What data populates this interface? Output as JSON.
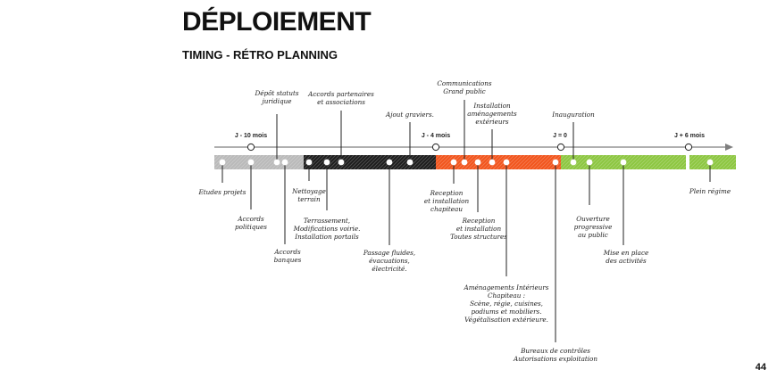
{
  "header": {
    "title": "DÉPLOIEMENT",
    "subtitle": "TIMING - RÉTRO PLANNING"
  },
  "page_number": "44",
  "colors": {
    "grey": "#b9b9b9",
    "black": "#1c1c1c",
    "orange": "#f2541b",
    "green": "#8cc63f",
    "axis": "#7f7f7f"
  },
  "milestones": [
    {
      "label": "J - 10 mois"
    },
    {
      "label": "J - 4 mois"
    },
    {
      "label": "J = 0"
    },
    {
      "label": "J + 6 mois"
    }
  ],
  "events_above": [
    {
      "lines": [
        "Dépôt statuts",
        "juridique"
      ]
    },
    {
      "lines": [
        "Accords partenaires",
        "et associations"
      ]
    },
    {
      "lines": [
        "Ajout graviers."
      ]
    },
    {
      "lines": [
        "Communications",
        "Grand public"
      ]
    },
    {
      "lines": [
        "Installation",
        "aménagements",
        "extérieurs"
      ]
    },
    {
      "lines": [
        "Inauguration"
      ]
    }
  ],
  "events_below": [
    {
      "lines": [
        "Etudes projets"
      ]
    },
    {
      "lines": [
        "Accords",
        "politiques"
      ]
    },
    {
      "lines": [
        "Accords",
        "banques"
      ]
    },
    {
      "lines": [
        "Nettoyage",
        "terrain"
      ]
    },
    {
      "lines": [
        "Terrassement,",
        "Modifications voirie.",
        "Installation portails"
      ]
    },
    {
      "lines": [
        "Passage fluides,",
        "évacuations,",
        "électricité."
      ]
    },
    {
      "lines": [
        "Reception",
        "et installation",
        "chapiteau"
      ]
    },
    {
      "lines": [
        "Reception",
        "et installation",
        "Toutes structures"
      ]
    },
    {
      "lines": [
        "Aménagements Intérieurs",
        "Chapiteau  :",
        "Scène, régie, cuisines,",
        "podiums et mobiliers.",
        "",
        "Végétalisation extérieure."
      ]
    },
    {
      "lines": [
        "Bureaux de contrôles",
        "Autorisations exploitation"
      ]
    },
    {
      "lines": [
        "Ouverture",
        "progressive",
        "au public"
      ]
    },
    {
      "lines": [
        "Mise en place",
        "des activités"
      ]
    },
    {
      "lines": [
        "Plein régime"
      ]
    }
  ]
}
